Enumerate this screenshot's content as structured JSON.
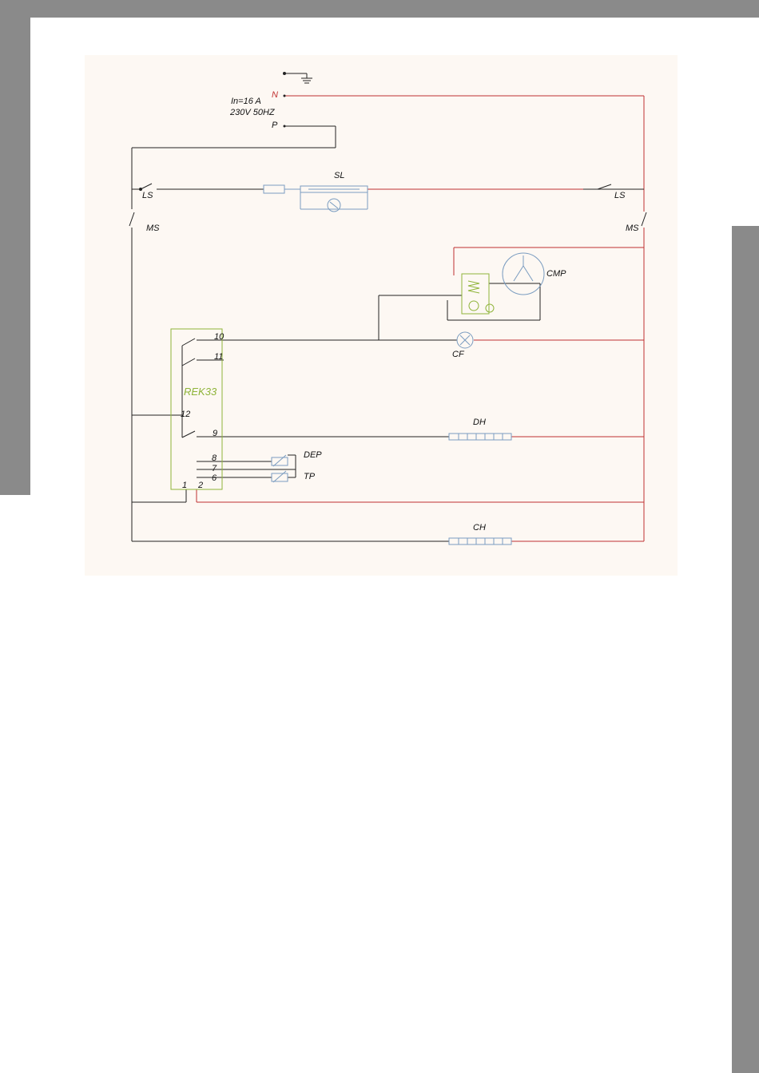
{
  "supply": {
    "neutral": "N",
    "phase": "P",
    "rating": "In=16  A",
    "voltage": "230V  50HZ"
  },
  "components": {
    "signal_lamp": "SL",
    "limit_switch_left": "LS",
    "limit_switch_right": "LS",
    "main_switch_left": "MS",
    "main_switch_right": "MS",
    "compressor": "CMP",
    "condenser_fan": "CF",
    "controller": "REK33",
    "defrost_heater": "DH",
    "defrost_probe": "DEP",
    "temperature_probe": "TP",
    "case_heater": "CH"
  },
  "terminals": {
    "t10": "10",
    "t11": "11",
    "t12": "12",
    "t9": "9",
    "t8": "8",
    "t7": "7",
    "t6": "6",
    "t1": "1",
    "t2": "2"
  },
  "colors": {
    "neutral_wire": "#c03030",
    "phase_wire": "#222222",
    "component": "#7a9cc0",
    "controller": "#8fb43a"
  }
}
